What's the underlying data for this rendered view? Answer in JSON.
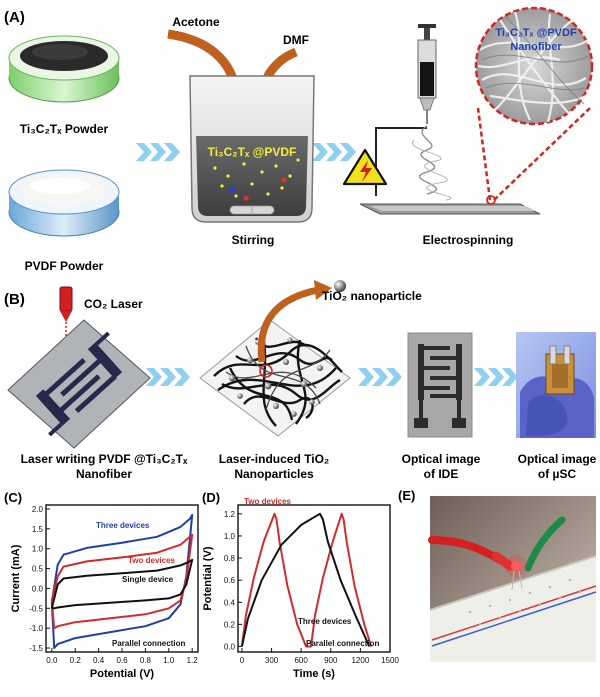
{
  "panel_a": {
    "letter": "(A)",
    "acetone": "Acetone",
    "dmf": "DMF",
    "powder1": "Ti₃C₂Tₓ Powder",
    "powder2": "PVDF Powder",
    "beaker_label": "Ti₃C₂Tₓ @PVDF",
    "stirring": "Stirring",
    "electrospinning": "Electrospinning",
    "nanofiber_line1": "Ti₃C₂Tₓ @PVDF",
    "nanofiber_line2": "Nanofiber"
  },
  "panel_b": {
    "letter": "(B)",
    "laser": "CO₂ Laser",
    "tio2": "TiO₂ nanoparticle",
    "step1_line1": "Laser writing PVDF @Ti₃C₂Tₓ",
    "step1_line2": "Nanofiber",
    "step2_line1": "Laser-induced TiO₂",
    "step2_line2": "Nanoparticles",
    "step3_line1": "Optical image",
    "step3_line2": "of IDE",
    "step4_line1": "Optical image",
    "step4_line2": "of µSC"
  },
  "panel_c": {
    "letter": "(C)"
  },
  "panel_d": {
    "letter": "(D)"
  },
  "panel_e": {
    "letter": "(E)"
  },
  "colors": {
    "arrow_orange": "#c0601e",
    "chevron_blue": "#8fd0ee",
    "dash_red": "#d42424"
  },
  "chart_data": [
    {
      "type": "line",
      "xlabel": "Potential (V)",
      "ylabel": "Current (mA)",
      "xlim": [
        -0.05,
        1.25
      ],
      "ylim": [
        -1.6,
        2.1
      ],
      "xticks": [
        "0.0",
        "0.2",
        "0.4",
        "0.6",
        "0.8",
        "1.0",
        "1.2"
      ],
      "yticks": [
        "-1.5",
        "-1.0",
        "-0.5",
        "0.0",
        "0.5",
        "1.0",
        "1.5",
        "2.0"
      ],
      "annotation": "Parallel connection",
      "series": [
        {
          "name": "Three devices",
          "color": "#1f3fa8",
          "x": [
            0,
            0.05,
            0.1,
            0.3,
            0.6,
            0.9,
            1.1,
            1.18,
            1.2,
            1.15,
            1.1,
            1.0,
            0.8,
            0.5,
            0.2,
            0.05,
            0.02,
            0
          ],
          "y": [
            -0.35,
            0.6,
            0.85,
            1.02,
            1.15,
            1.3,
            1.55,
            1.75,
            1.85,
            0.3,
            -0.4,
            -0.75,
            -0.95,
            -1.1,
            -1.25,
            -1.4,
            -1.5,
            -0.35
          ]
        },
        {
          "name": "Two devices",
          "color": "#d42a2a",
          "x": [
            0,
            0.05,
            0.1,
            0.3,
            0.6,
            0.9,
            1.1,
            1.18,
            1.2,
            1.15,
            1.1,
            1.0,
            0.8,
            0.5,
            0.2,
            0.05,
            0.02,
            0
          ],
          "y": [
            -0.3,
            0.3,
            0.55,
            0.68,
            0.78,
            0.9,
            1.1,
            1.3,
            1.35,
            0.2,
            -0.3,
            -0.5,
            -0.65,
            -0.75,
            -0.85,
            -0.95,
            -1.0,
            -0.3
          ]
        },
        {
          "name": "Single device",
          "color": "#111111",
          "x": [
            0,
            0.05,
            0.1,
            0.3,
            0.6,
            0.9,
            1.1,
            1.18,
            1.2,
            1.15,
            1.1,
            1.0,
            0.8,
            0.5,
            0.2,
            0.05,
            0.02,
            0
          ],
          "y": [
            -0.5,
            0.1,
            0.25,
            0.32,
            0.38,
            0.45,
            0.58,
            0.68,
            0.72,
            0.1,
            -0.15,
            -0.25,
            -0.3,
            -0.36,
            -0.42,
            -0.48,
            -0.5,
            -0.5
          ]
        }
      ]
    },
    {
      "type": "line",
      "xlabel": "Time (s)",
      "ylabel": "Potential (V)",
      "xlim": [
        -40,
        1500
      ],
      "ylim": [
        -0.05,
        1.28
      ],
      "xticks": [
        "0",
        "300",
        "600",
        "900",
        "1200",
        "1500"
      ],
      "yticks": [
        "0.0",
        "0.2",
        "0.4",
        "0.6",
        "0.8",
        "1.0",
        "1.2"
      ],
      "annotation": "Parallel connection",
      "series": [
        {
          "name": "Two devices",
          "color": "#d42a2a",
          "x": [
            0,
            40,
            120,
            220,
            330,
            350,
            380,
            460,
            560,
            650,
            700,
            740,
            820,
            920,
            1010,
            1030,
            1060,
            1140,
            1240,
            1310
          ],
          "y": [
            0,
            0.28,
            0.62,
            0.95,
            1.2,
            1.15,
            0.95,
            0.55,
            0.2,
            0,
            0,
            0.28,
            0.62,
            0.95,
            1.2,
            1.15,
            0.95,
            0.55,
            0.2,
            0
          ]
        },
        {
          "name": "Three devices",
          "color": "#111111",
          "x": [
            0,
            60,
            200,
            400,
            600,
            790,
            820,
            870,
            1000,
            1150,
            1290
          ],
          "y": [
            0,
            0.25,
            0.6,
            0.92,
            1.1,
            1.2,
            1.15,
            0.95,
            0.6,
            0.28,
            0
          ]
        }
      ]
    }
  ]
}
